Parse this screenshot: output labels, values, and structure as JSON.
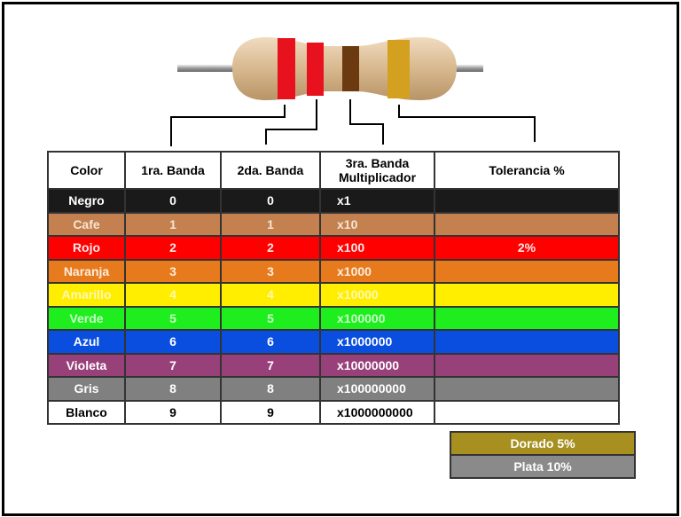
{
  "headers": [
    "Color",
    "1ra. Banda",
    "2da. Banda",
    "3ra. Banda Multiplicador",
    "Tolerancia %"
  ],
  "rows": [
    {
      "color": "Negro",
      "b1": "0",
      "b2": "0",
      "mult": "x1",
      "tol": "",
      "bg": "#1a1a1a",
      "fg": "#ffffff"
    },
    {
      "color": "Cafe",
      "b1": "1",
      "b2": "1",
      "mult": "x10",
      "tol": "",
      "bg": "#c4804f",
      "fg": "#f6e6d6"
    },
    {
      "color": "Rojo",
      "b1": "2",
      "b2": "2",
      "mult": "x100",
      "tol": "2%",
      "bg": "#ff0000",
      "fg": "#ffe8e8"
    },
    {
      "color": "Naranja",
      "b1": "3",
      "b2": "3",
      "mult": "x1000",
      "tol": "",
      "bg": "#e87a1e",
      "fg": "#fbeede"
    },
    {
      "color": "Amarillo",
      "b1": "4",
      "b2": "4",
      "mult": "x10000",
      "tol": "",
      "bg": "#ffee00",
      "fg": "#fff8b0"
    },
    {
      "color": "Verde",
      "b1": "5",
      "b2": "5",
      "mult": "x100000",
      "tol": "",
      "bg": "#1eee1e",
      "fg": "#c8ffc8"
    },
    {
      "color": "Azul",
      "b1": "6",
      "b2": "6",
      "mult": "x1000000",
      "tol": "",
      "bg": "#0a4ee0",
      "fg": "#ffffff"
    },
    {
      "color": "Violeta",
      "b1": "7",
      "b2": "7",
      "mult": "x10000000",
      "tol": "",
      "bg": "#98407a",
      "fg": "#ffffff"
    },
    {
      "color": "Gris",
      "b1": "8",
      "b2": "8",
      "mult": "x100000000",
      "tol": "",
      "bg": "#808080",
      "fg": "#ffffff"
    },
    {
      "color": "Blanco",
      "b1": "9",
      "b2": "9",
      "mult": "x1000000000",
      "tol": "",
      "bg": "#ffffff",
      "fg": "#000000"
    }
  ],
  "extra_tolerance": [
    {
      "label": "Dorado  5%",
      "bg": "#a89020"
    },
    {
      "label": "Plata  10%",
      "bg": "#8a8a8a"
    }
  ],
  "resistor": {
    "bands": [
      "#e8121e",
      "#e8121e",
      "#6b3a10",
      "#d4a020"
    ],
    "body": "#dcc09a"
  }
}
